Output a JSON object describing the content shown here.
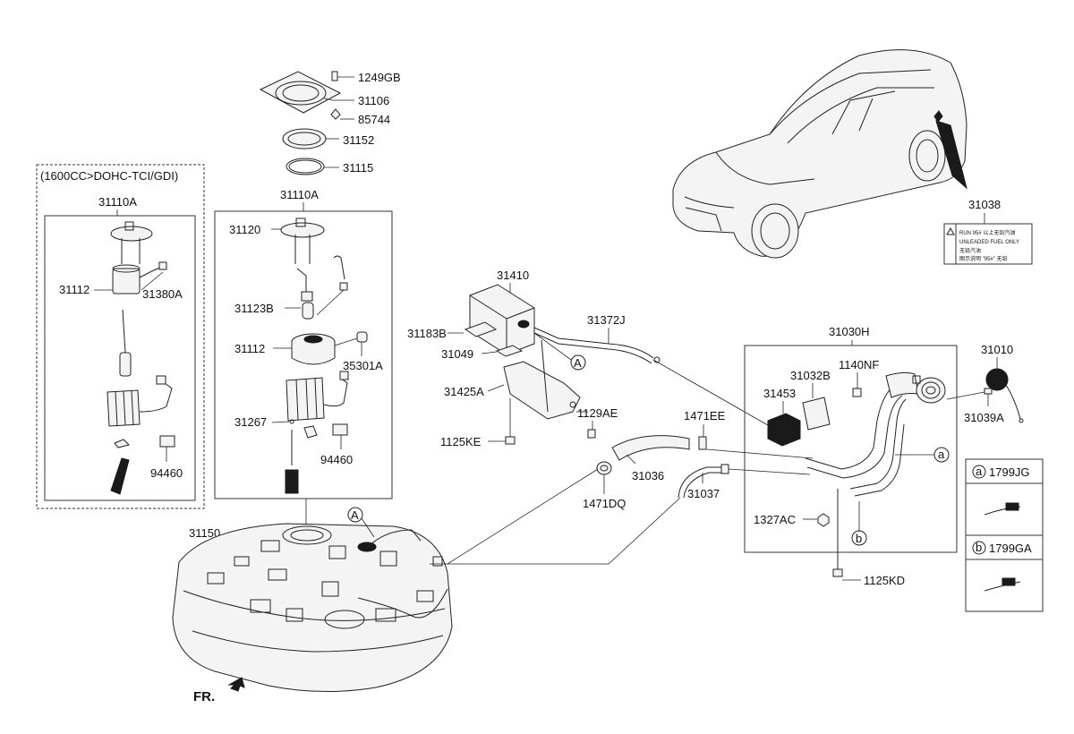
{
  "variant_box_title": "(1600CC>DOHC-TCI/GDI)",
  "front_marker": "FR.",
  "warning_label": {
    "lines": [
      "RUN 95# 以上无铅汽油",
      "UNLEADED FUEL ONLY",
      "无铅汽油",
      "图示说明 \"95#\" 无铅"
    ]
  },
  "parts": {
    "p1249GB": "1249GB",
    "p31106": "31106",
    "p85744": "85744",
    "p31152": "31152",
    "p31115": "31115",
    "p31110A_main": "31110A",
    "p31120": "31120",
    "p31123B": "31123B",
    "p31112_main": "31112",
    "p35301A": "35301A",
    "p31267": "31267",
    "p94460_main": "94460",
    "p31110A_var": "31110A",
    "p31112_var": "31112",
    "p31380A": "31380A",
    "p94460_var": "94460",
    "p31150": "31150",
    "p31410": "31410",
    "p31183B": "31183B",
    "p31049": "31049",
    "p31372J": "31372J",
    "p31425A": "31425A",
    "p1129AE": "1129AE",
    "p1125KE": "1125KE",
    "p1471EE": "1471EE",
    "p31036": "31036",
    "p1471DQ": "1471DQ",
    "p31037": "31037",
    "p31030H": "31030H",
    "p31032B": "31032B",
    "p1140NF": "1140NF",
    "p31453": "31453",
    "p1327AC": "1327AC",
    "p1125KD": "1125KD",
    "p31010": "31010",
    "p31039A": "31039A",
    "p31038": "31038",
    "p1799JG": "1799JG",
    "p1799GA": "1799GA"
  },
  "callouts": {
    "A_tank": "A",
    "A_canister": "A",
    "a_filler": "a",
    "b_filler": "b",
    "a_legend": "a",
    "b_legend": "b"
  }
}
